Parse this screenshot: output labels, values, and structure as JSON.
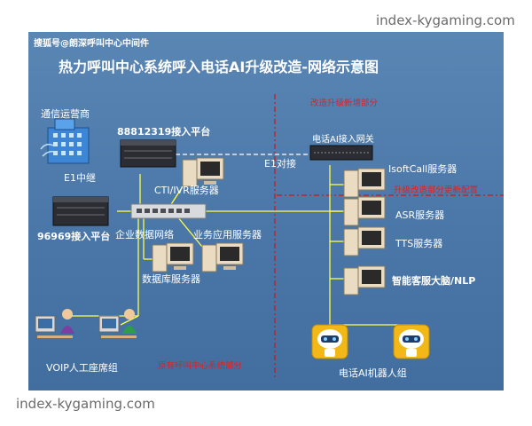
{
  "watermarks": {
    "top": "index-kygaming.com",
    "bottom": "index-kygaming.com"
  },
  "source": "搜狐号@朗深呼叫中心中间件",
  "title": "热力呼叫中心系统呼入电话AI升级改造-网络示意图",
  "red_labels": {
    "upper": "改造升级新增部分",
    "middle": "升级改造部分更新配置",
    "bottom": "原有呼叫中心系统部分"
  },
  "nodes": {
    "carrier": "通信运营商",
    "e1_relay": "E1中继",
    "platform1": "88812319接入平台",
    "platform2": "96969接入平台",
    "ai_gateway": "电话AI接入网关",
    "e1_link": "E1对接",
    "cti_server": "CTI/IVR服务器",
    "enterprise_net": "企业数据网络",
    "app_server": "业务应用服务器",
    "db_server": "数据库服务器",
    "isoftcall": "IsoftCall服务器",
    "asr": "ASR服务器",
    "tts": "TTS服务器",
    "nlp": "智能客服大脑/NLP",
    "voip_group": "VOIP人工座席组",
    "robot_group": "电话AI机器人组"
  },
  "colors": {
    "background": "#4a77a8",
    "link": "#ffff00",
    "divider": "#d01818",
    "label_red": "#e02020"
  }
}
